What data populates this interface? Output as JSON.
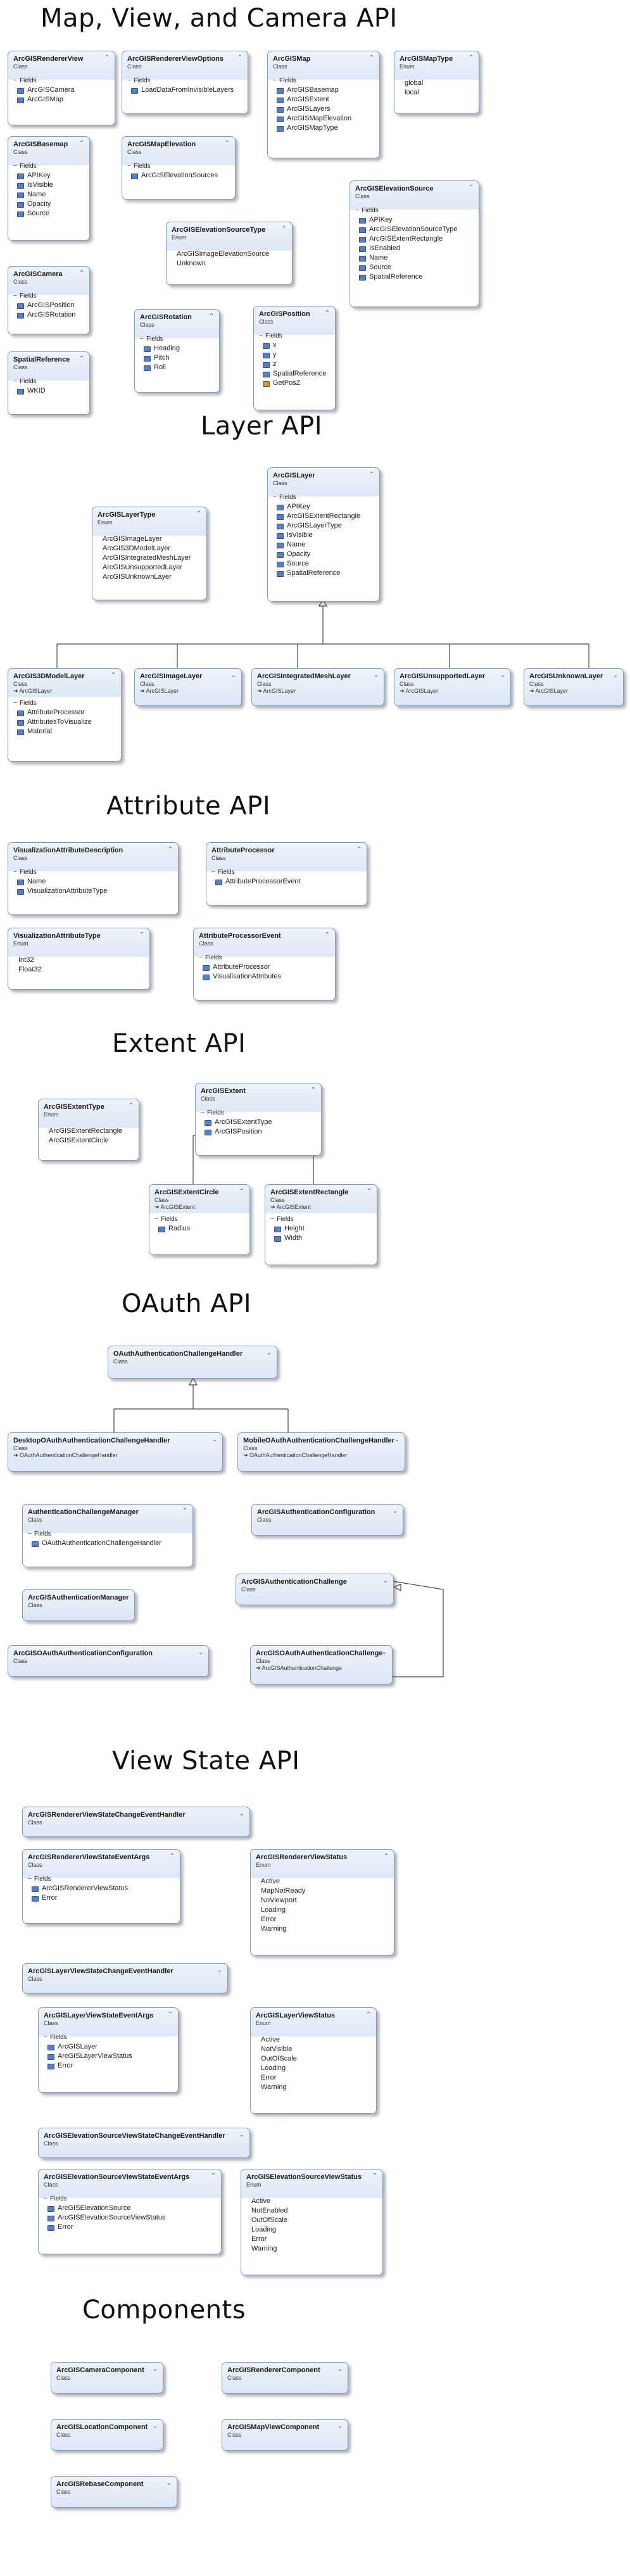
{
  "headings": {
    "map": "Map, View, and Camera API",
    "layer": "Layer API",
    "attribute": "Attribute API",
    "extent": "Extent API",
    "oauth": "OAuth API",
    "viewstate": "View State API",
    "components": "Components"
  },
  "labels": {
    "fields": "Fields",
    "class": "Class",
    "enum": "Enum"
  },
  "boxes": {
    "rendererView": {
      "title": "ArcGISRendererView",
      "kind": "Class",
      "items": [
        "ArcGISCamera",
        "ArcGISMap"
      ]
    },
    "rendererViewOptions": {
      "title": "ArcGISRendererViewOptions",
      "kind": "Class",
      "items": [
        "LoadDataFromInvisibleLayers"
      ]
    },
    "map": {
      "title": "ArcGISMap",
      "kind": "Class",
      "items": [
        "ArcGISBasemap",
        "ArcGISExtent",
        "ArcGISLayers",
        "ArcGISMapElevation",
        "ArcGISMapType"
      ]
    },
    "mapType": {
      "title": "ArcGISMapType",
      "kind": "Enum",
      "items": [
        "global",
        "local"
      ]
    },
    "basemap": {
      "title": "ArcGISBasemap",
      "kind": "Class",
      "items": [
        "APIKey",
        "IsVisible",
        "Name",
        "Opacity",
        "Source"
      ]
    },
    "mapElevation": {
      "title": "ArcGISMapElevation",
      "kind": "Class",
      "items": [
        "ArcGISElevationSources"
      ]
    },
    "elevationSource": {
      "title": "ArcGISElevationSource",
      "kind": "Class",
      "items": [
        "APIKey",
        "ArcGISElevationSourceType",
        "ArcGISExtentRectangle",
        "IsEnabled",
        "Name",
        "Source",
        "SpatialReference"
      ]
    },
    "elevationSourceType": {
      "title": "ArcGISElevationSourceType",
      "kind": "Enum",
      "items": [
        "ArcGISImageElevationSource",
        "Unknown"
      ]
    },
    "camera": {
      "title": "ArcGISCamera",
      "kind": "Class",
      "items": [
        "ArcGISPosition",
        "ArcGISRotation"
      ]
    },
    "rotation": {
      "title": "ArcGISRotation",
      "kind": "Class",
      "items": [
        "Heading",
        "Pitch",
        "Roll"
      ]
    },
    "position": {
      "title": "ArcGISPosition",
      "kind": "Class",
      "items": [
        "x",
        "y",
        "z",
        "SpatialReference",
        "GetPosZ"
      ]
    },
    "spatialReference": {
      "title": "SpatialReference",
      "kind": "Class",
      "items": [
        "WKID"
      ]
    },
    "layer": {
      "title": "ArcGISLayer",
      "kind": "Class",
      "items": [
        "APIKey",
        "ArcGISExtentRectangle",
        "ArcGISLayerType",
        "IsVisible",
        "Name",
        "Opacity",
        "Source",
        "SpatialReference"
      ]
    },
    "layerType": {
      "title": "ArcGISLayerType",
      "kind": "Enum",
      "items": [
        "ArcGISImageLayer",
        "ArcGIS3DModelLayer",
        "ArcGISIntegratedMeshLayer",
        "ArcGISUnsupportedLayer",
        "ArcGISUnknownLayer"
      ]
    },
    "modelLayer": {
      "title": "ArcGIS3DModelLayer",
      "kind": "Class",
      "inherit": "ArcGISLayer",
      "items": [
        "AttributeProcessor",
        "AttributesToVisualize",
        "Material"
      ]
    },
    "imageLayer": {
      "title": "ArcGISImageLayer",
      "kind": "Class",
      "inherit": "ArcGISLayer"
    },
    "meshLayer": {
      "title": "ArcGISIntegratedMeshLayer",
      "kind": "Class",
      "inherit": "ArcGISLayer"
    },
    "unsupportedLayer": {
      "title": "ArcGISUnsupportedLayer",
      "kind": "Class",
      "inherit": "ArcGISLayer"
    },
    "unknownLayer": {
      "title": "ArcGISUnknownLayer",
      "kind": "Class",
      "inherit": "ArcGISLayer"
    },
    "visAttrDesc": {
      "title": "VisualizationAttributeDescription",
      "kind": "Class",
      "items": [
        "Name",
        "VisualizationAttributeType"
      ]
    },
    "attrProcessor": {
      "title": "AttributeProcessor",
      "kind": "Class",
      "items": [
        "AttributeProcessorEvent"
      ]
    },
    "visAttrType": {
      "title": "VisualizationAttributeType",
      "kind": "Enum",
      "items": [
        "Int32",
        "Float32"
      ]
    },
    "attrProcessorEvent": {
      "title": "AttributeProcessorEvent",
      "kind": "Class",
      "items": [
        "AttributeProcessor",
        "VisualisationAttributes"
      ]
    },
    "extentType": {
      "title": "ArcGISExtentType",
      "kind": "Enum",
      "items": [
        "ArcGISExtentRectangle",
        "ArcGISExtentCircle"
      ]
    },
    "extent": {
      "title": "ArcGISExtent",
      "kind": "Class",
      "items": [
        "ArcGISExtentType",
        "ArcGISPosition"
      ]
    },
    "extentCircle": {
      "title": "ArcGISExtentCircle",
      "kind": "Class",
      "inherit": "ArcGISExtent",
      "items": [
        "Radius"
      ]
    },
    "extentRect": {
      "title": "ArcGISExtentRectangle",
      "kind": "Class",
      "inherit": "ArcGISExtent",
      "items": [
        "Height",
        "Width"
      ]
    },
    "oauthHandler": {
      "title": "OAuthAuthenticationChallengeHandler",
      "kind": "Class"
    },
    "desktopHandler": {
      "title": "DesktopOAuthAuthenticationChallengeHandler",
      "kind": "Class",
      "inherit": "OAuthAuthenticationChallengeHandler"
    },
    "mobileHandler": {
      "title": "MobileOAuthAuthenticationChallengeHandler",
      "kind": "Class",
      "inherit": "OAuthAuthenticationChallengeHandler"
    },
    "authChallengeManager": {
      "title": "AuthenticationChallengeManager",
      "kind": "Class",
      "items": [
        "OAuthAuthenticationChallengeHandler"
      ]
    },
    "authConfig": {
      "title": "ArcGISAuthenticationConfiguration",
      "kind": "Class"
    },
    "authManager": {
      "title": "ArcGISAuthenticationManager",
      "kind": "Class"
    },
    "authChallenge": {
      "title": "ArcGISAuthenticationChallenge",
      "kind": "Class"
    },
    "oauthConfig": {
      "title": "ArcGISOAuthAuthenticationConfiguration",
      "kind": "Class"
    },
    "oauthChallenge": {
      "title": "ArcGISOAuthAuthenticationChallenge",
      "kind": "Class",
      "inherit": "ArcGISAuthenticationChallenge"
    },
    "rvsChangeHandler": {
      "title": "ArcGISRendererViewStateChangeEventHandler",
      "kind": "Class"
    },
    "rvsEventArgs": {
      "title": "ArcGISRendererViewStateEventArgs",
      "kind": "Class",
      "items": [
        "ArcGISRendererViewStatus",
        "Error"
      ]
    },
    "rvStatus": {
      "title": "ArcGISRendererViewStatus",
      "kind": "Enum",
      "items": [
        "Active",
        "MapNotReady",
        "NoViewport",
        "Loading",
        "Error",
        "Warning"
      ]
    },
    "lvsChangeHandler": {
      "title": "ArcGISLayerViewStateChangeEventHandler",
      "kind": "Class"
    },
    "lvsEventArgs": {
      "title": "ArcGISLayerViewStateEventArgs",
      "kind": "Class",
      "items": [
        "ArcGISLayer",
        "ArcGISLayerViewStatus",
        "Error"
      ]
    },
    "lvStatus": {
      "title": "ArcGISLayerViewStatus",
      "kind": "Enum",
      "items": [
        "Active",
        "NotVisible",
        "OutOfScale",
        "Loading",
        "Error",
        "Warning"
      ]
    },
    "esvsChangeHandler": {
      "title": "ArcGISElevationSourceViewStateChangeEventHandler",
      "kind": "Class"
    },
    "esvsEventArgs": {
      "title": "ArcGISElevationSourceViewStateEventArgs",
      "kind": "Class",
      "items": [
        "ArcGISElevationSource",
        "ArcGISElevationSourceViewStatus",
        "Error"
      ]
    },
    "esvStatus": {
      "title": "ArcGISElevationSourceViewStatus",
      "kind": "Enum",
      "items": [
        "Active",
        "NotEnabled",
        "OutOfScale",
        "Loading",
        "Error",
        "Warning"
      ]
    },
    "cameraComponent": {
      "title": "ArcGISCameraComponent",
      "kind": "Class"
    },
    "rendererComponent": {
      "title": "ArcGISRendererComponent",
      "kind": "Class"
    },
    "locationComponent": {
      "title": "ArcGISLocationComponent",
      "kind": "Class"
    },
    "mapViewComponent": {
      "title": "ArcGISMapViewComponent",
      "kind": "Class"
    },
    "rebaseComponent": {
      "title": "ArcGISRebaseComponent",
      "kind": "Class"
    }
  }
}
